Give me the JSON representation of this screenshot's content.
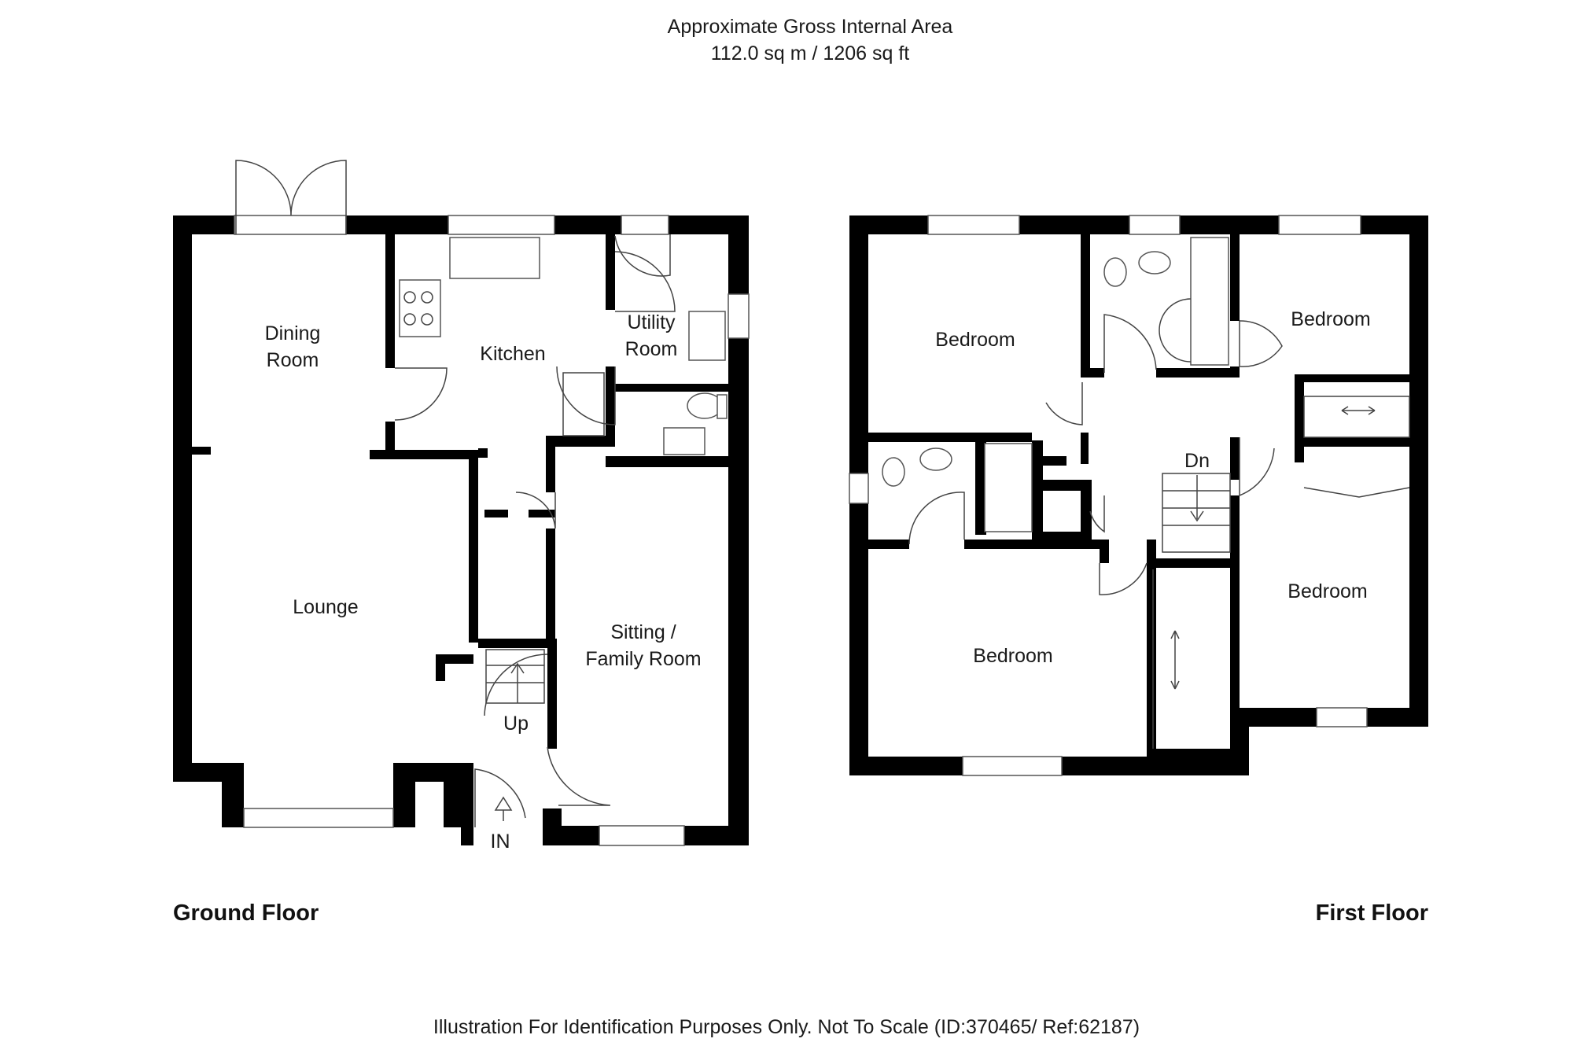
{
  "header": {
    "line1": "Approximate Gross Internal Area",
    "line2": "112.0 sq m / 1206 sq ft"
  },
  "ground_floor": {
    "title": "Ground Floor",
    "rooms": {
      "dining_line1": "Dining",
      "dining_line2": "Room",
      "kitchen": "Kitchen",
      "utility_line1": "Utility",
      "utility_line2": "Room",
      "lounge": "Lounge",
      "sitting_line1": "Sitting /",
      "sitting_line2": "Family Room"
    },
    "stairs_label": "Up",
    "entrance_label": "IN"
  },
  "first_floor": {
    "title": "First Floor",
    "rooms": {
      "bedroom_1": "Bedroom",
      "bedroom_2": "Bedroom",
      "bedroom_3": "Bedroom",
      "bedroom_4": "Bedroom"
    },
    "stairs_label": "Dn"
  },
  "footer": {
    "disclaimer": "Illustration For Identification Purposes Only. Not To Scale (ID:370465/ Ref:62187)"
  }
}
